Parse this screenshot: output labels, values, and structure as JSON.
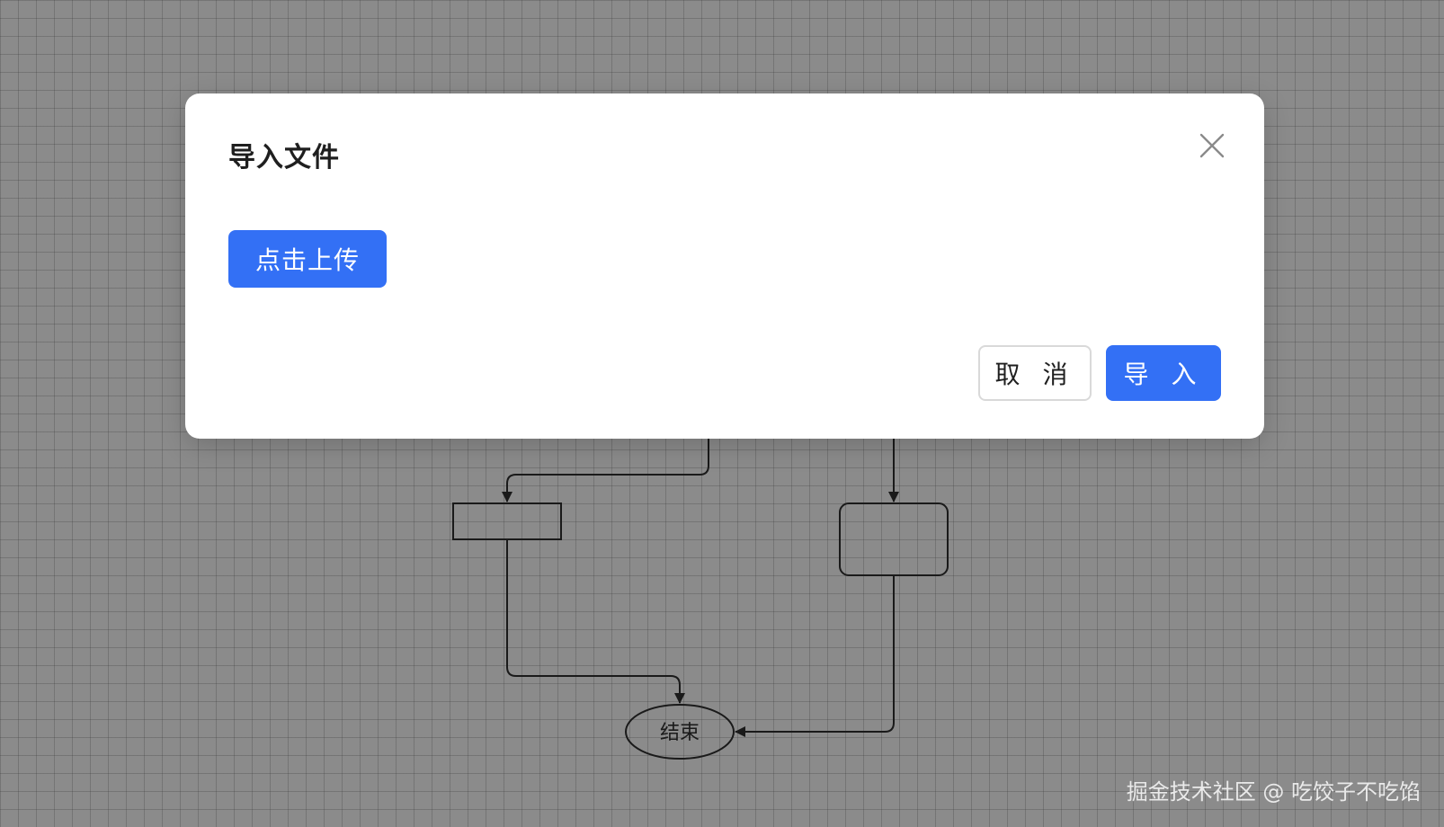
{
  "dialog": {
    "title": "导入文件",
    "upload_label": "点击上传",
    "cancel_label": "取 消",
    "import_label": "导 入",
    "close_icon": "close-icon"
  },
  "flowchart": {
    "end_node_label": "结束"
  },
  "watermark": "掘金技术社区 @ 吃饺子不吃馅",
  "colors": {
    "primary": "#3370f5",
    "overlay": "#8b8b8b",
    "dialog_bg": "#ffffff"
  }
}
